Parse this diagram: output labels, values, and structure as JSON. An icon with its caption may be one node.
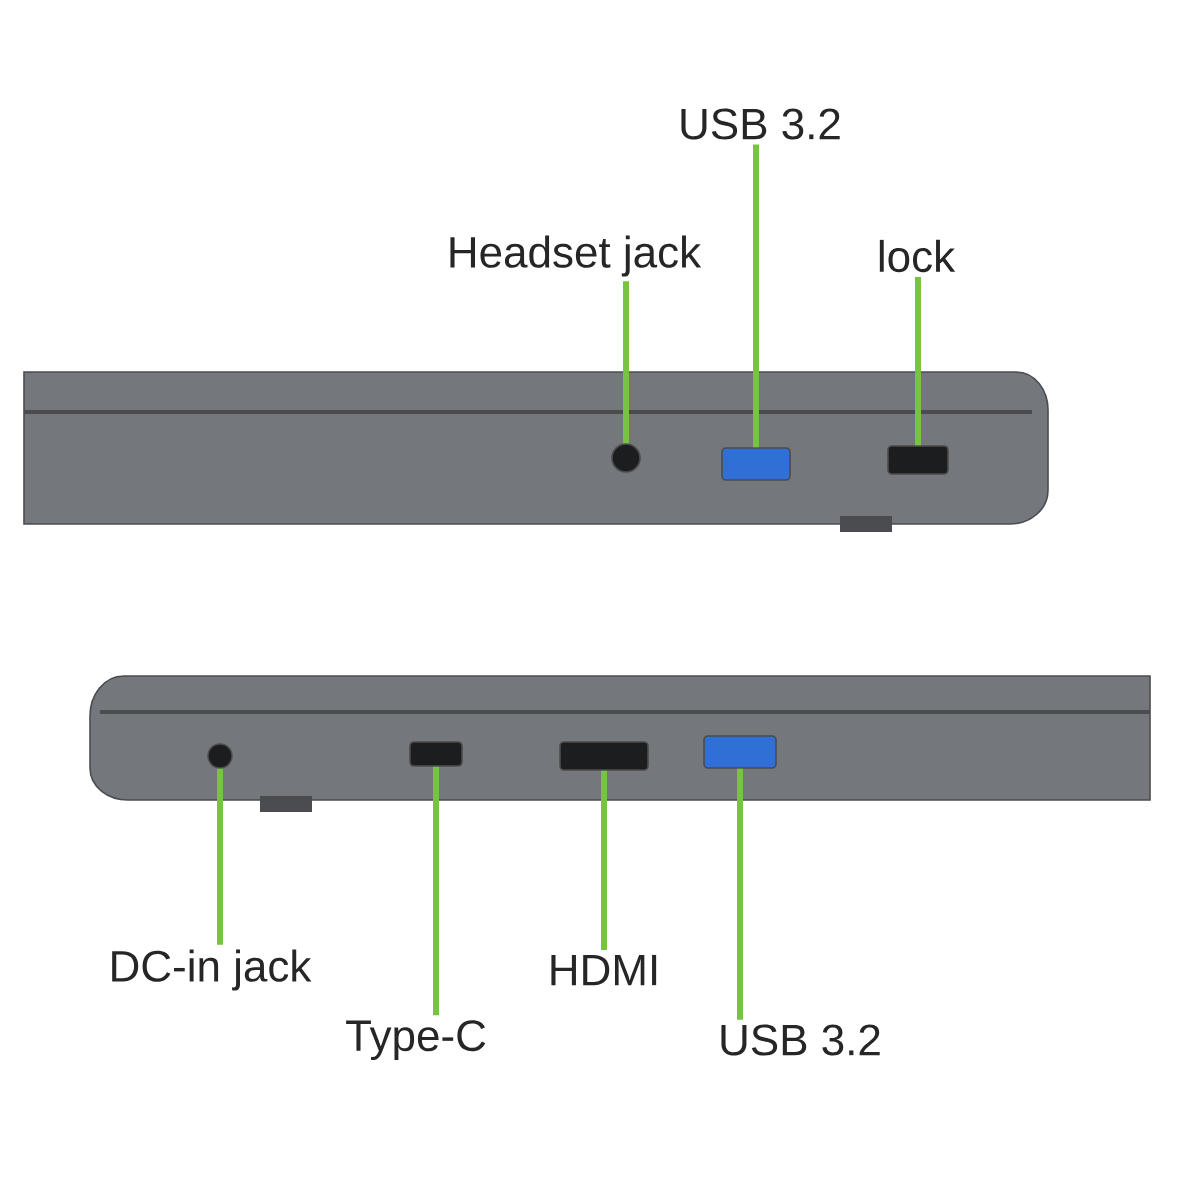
{
  "diagram": {
    "nodes": [
      {
        "text": [
          "USB 3.2"
        ]
      },
      {
        "text": [
          "Headset jack"
        ]
      },
      {
        "text": [
          "lock"
        ]
      },
      {
        "text": [],
        "shape": "circle"
      },
      {
        "text": [],
        "shape": "box"
      },
      {
        "text": [],
        "shape": "box"
      },
      {
        "text": [],
        "shape": "circle"
      },
      {
        "text": [],
        "shape": "box"
      },
      {
        "text": [],
        "shape": "box"
      },
      {
        "text": [],
        "shape": "box"
      },
      {
        "text": [
          "DC-in jack"
        ]
      },
      {
        "text": [
          "HDMI"
        ]
      },
      {
        "text": [
          "Type-C"
        ]
      },
      {
        "text": [
          "USB 3.2"
        ]
      }
    ],
    "edges": [
      {
        "from": 1,
        "to": 3,
        "arrow": "none"
      },
      {
        "from": 0,
        "to": 4,
        "arrow": "none"
      },
      {
        "from": 2,
        "to": 5,
        "arrow": "none"
      },
      {
        "from": 10,
        "to": 6,
        "arrow": "none"
      },
      {
        "from": 12,
        "to": 7,
        "arrow": "none"
      },
      {
        "from": 11,
        "to": 8,
        "arrow": "none"
      },
      {
        "from": 13,
        "to": 9,
        "arrow": "none"
      }
    ]
  }
}
